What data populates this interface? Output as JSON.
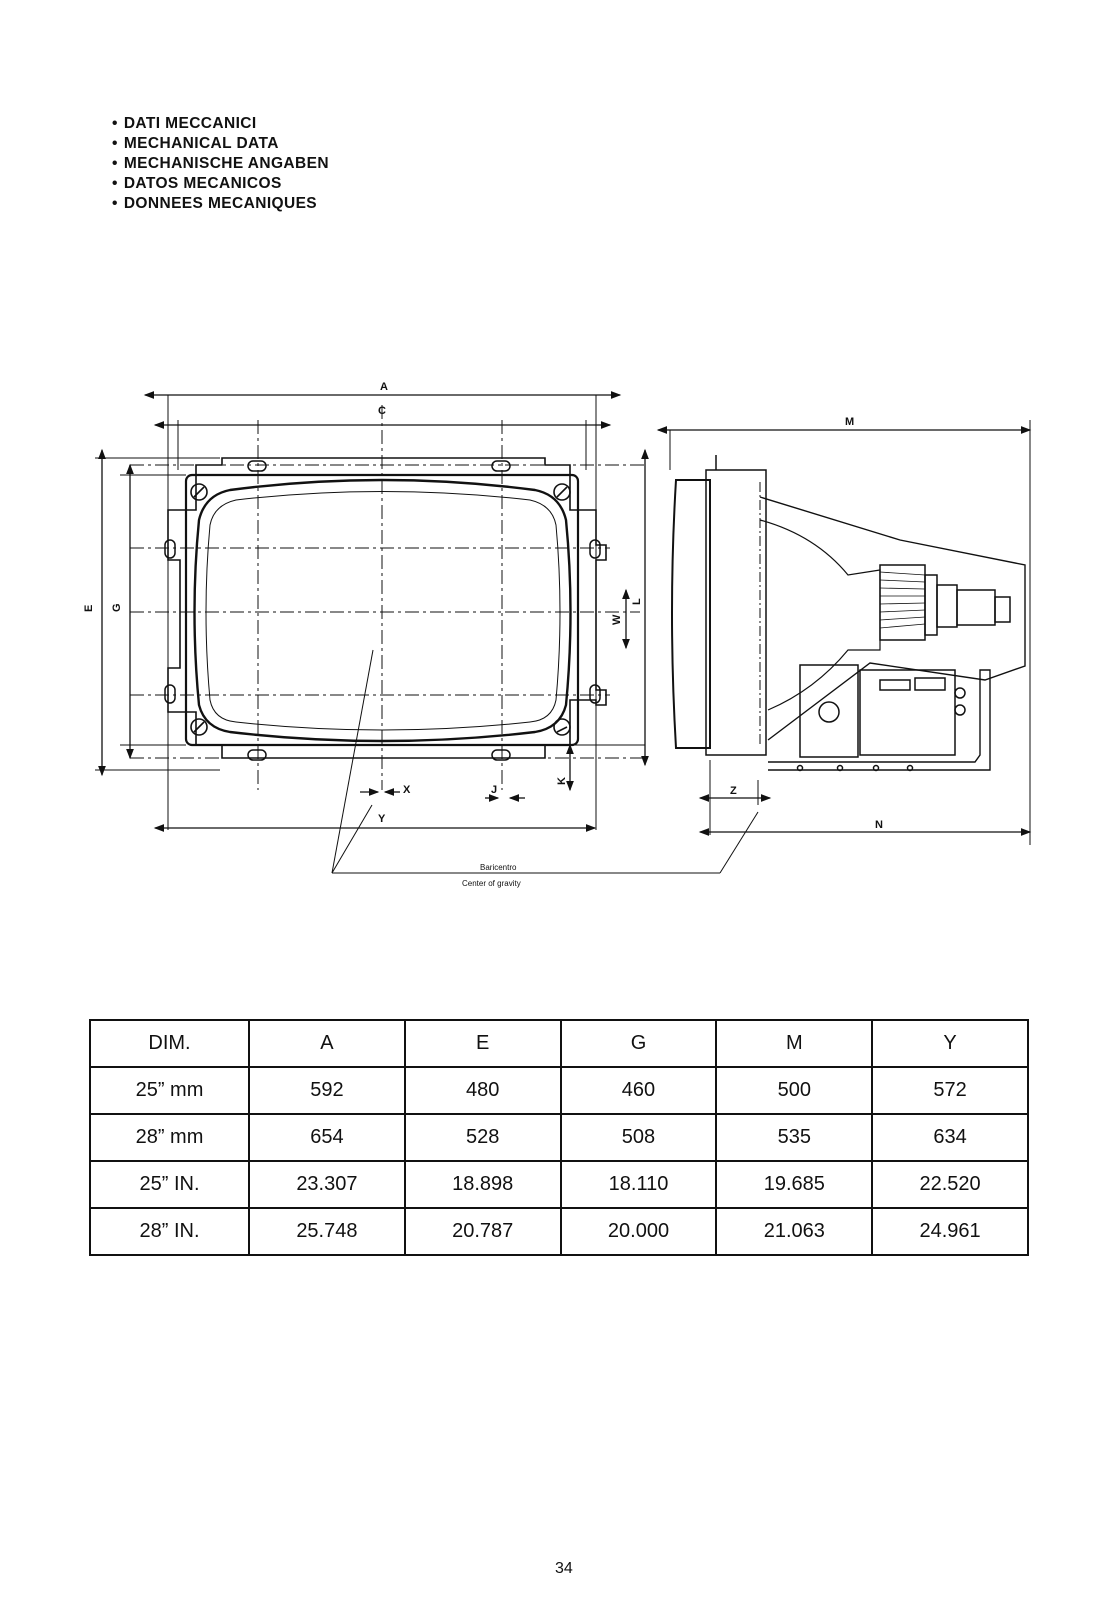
{
  "headings": [
    "DATI MECCANICI",
    "MECHANICAL DATA",
    "MECHANISCHE ANGABEN",
    "DATOS MECANICOS",
    "DONNEES MECANIQUES"
  ],
  "drawing": {
    "front_labels": {
      "A": "A",
      "C": "C",
      "E": "E",
      "G": "G",
      "L": "L",
      "W": "W",
      "K": "K",
      "X": "X",
      "J": "J",
      "Y": "Y"
    },
    "side_labels": {
      "M": "M",
      "N": "N",
      "Z": "Z"
    },
    "callout_it": "Baricentro",
    "callout_en": "Center of gravity"
  },
  "table": {
    "headers": [
      "DIM.",
      "A",
      "E",
      "G",
      "M",
      "Y"
    ],
    "rows": [
      [
        "25” mm",
        "592",
        "480",
        "460",
        "500",
        "572"
      ],
      [
        "28” mm",
        "654",
        "528",
        "508",
        "535",
        "634"
      ],
      [
        "25” IN.",
        "23.307",
        "18.898",
        "18.110",
        "19.685",
        "22.520"
      ],
      [
        "28” IN.",
        "25.748",
        "20.787",
        "20.000",
        "21.063",
        "24.961"
      ]
    ]
  },
  "page_number": "34"
}
